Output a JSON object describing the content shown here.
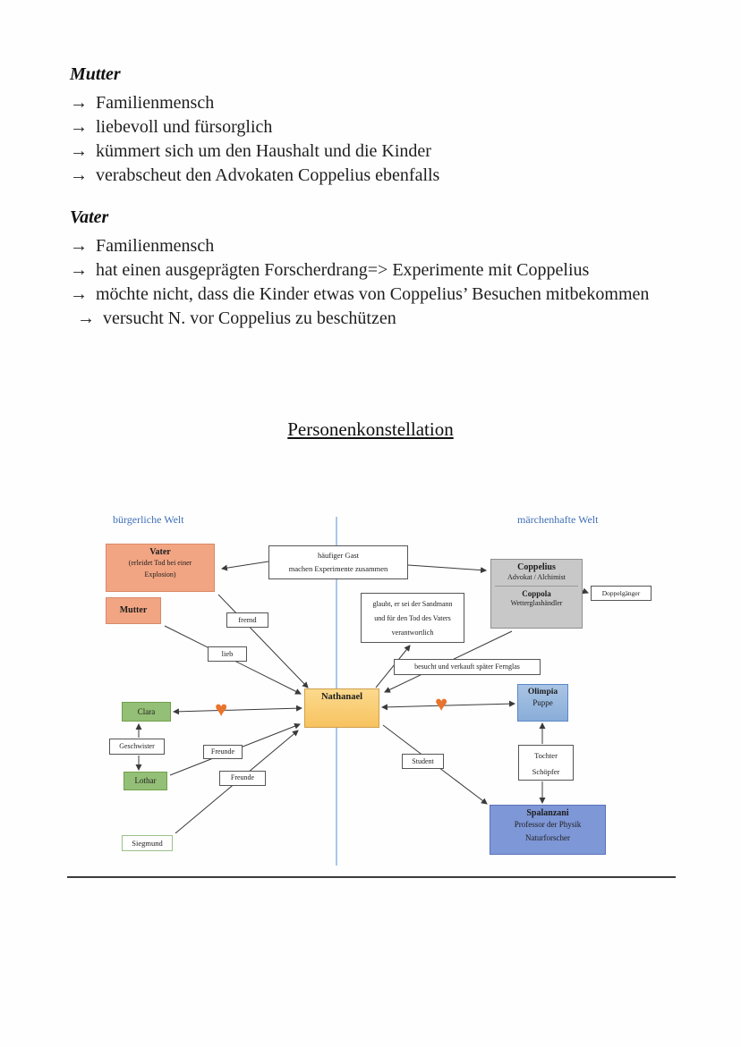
{
  "page": {
    "bullet": "→"
  },
  "notes": {
    "sections": [
      {
        "heading": "Mutter",
        "items": [
          "Familienmensch",
          "liebevoll und fürsorglich",
          "kümmert sich um den Haushalt und die Kinder",
          "verabscheut den Advokaten Coppelius ebenfalls"
        ]
      },
      {
        "heading": "Vater",
        "items": [
          "Familienmensch",
          "hat einen ausgeprägten Forscherdrang=> Experimente mit Coppelius",
          "möchte nicht, dass die Kinder etwas von Coppelius’ Besuchen mitbekommen",
          "versucht N. vor Coppelius zu beschützen"
        ]
      }
    ]
  },
  "title": "Personenkonstellation",
  "diagram": {
    "worlds": {
      "left": "bürgerliche Welt",
      "right": "märchenhafte Welt"
    },
    "nodes": {
      "vater": {
        "line1": "Vater",
        "line2": "(erleidet Tod bei einer",
        "line3": "Explosion)"
      },
      "mutter": {
        "label": "Mutter"
      },
      "gast": {
        "line1": "häufiger Gast",
        "line2": "machen Experimente zusammen"
      },
      "coppelius": {
        "line1": "Coppelius",
        "line2": "Advokat / Alchimist",
        "line3": "Coppola",
        "line4": "Wetterglashändler"
      },
      "doppelgaenger": {
        "label": "Doppelgänger"
      },
      "glaubt": {
        "line1": "glaubt, er sei der Sandmann",
        "line2": "und für den Tod des Vaters",
        "line3": "verantwortlich"
      },
      "fremd": {
        "label": "fremd"
      },
      "lieb": {
        "label": "lieb"
      },
      "besucht": {
        "label": "besucht und verkauft später Fernglas"
      },
      "nathanael": {
        "label": "Nathanael"
      },
      "olimpia": {
        "line1": "Olimpia",
        "line2": "Puppe"
      },
      "clara": {
        "label": "Clara"
      },
      "geschwister": {
        "label": "Geschwister"
      },
      "lothar": {
        "label": "Lothar"
      },
      "freunde1": {
        "label": "Freunde"
      },
      "freunde2": {
        "label": "Freunde"
      },
      "student": {
        "label": "Student"
      },
      "tochter": {
        "line1": "Tochter",
        "line2": "Schöpfer"
      },
      "spalanzani": {
        "line1": "Spalanzani",
        "line2": "Professor der Physik",
        "line3": "Naturforscher"
      },
      "siegmund": {
        "label": "Siegmund"
      }
    },
    "heart": "♥",
    "colors": {
      "salmon": "#f2a583",
      "gray": "#c8c8c8",
      "yellow": "#fbd07c",
      "green": "#94bf76",
      "blue_light": "#89add9",
      "blue_spalanzani": "#7e97d6",
      "heart": "#e8742d",
      "world_label": "#3f6fb5",
      "divider": "#a8c8e8"
    }
  }
}
